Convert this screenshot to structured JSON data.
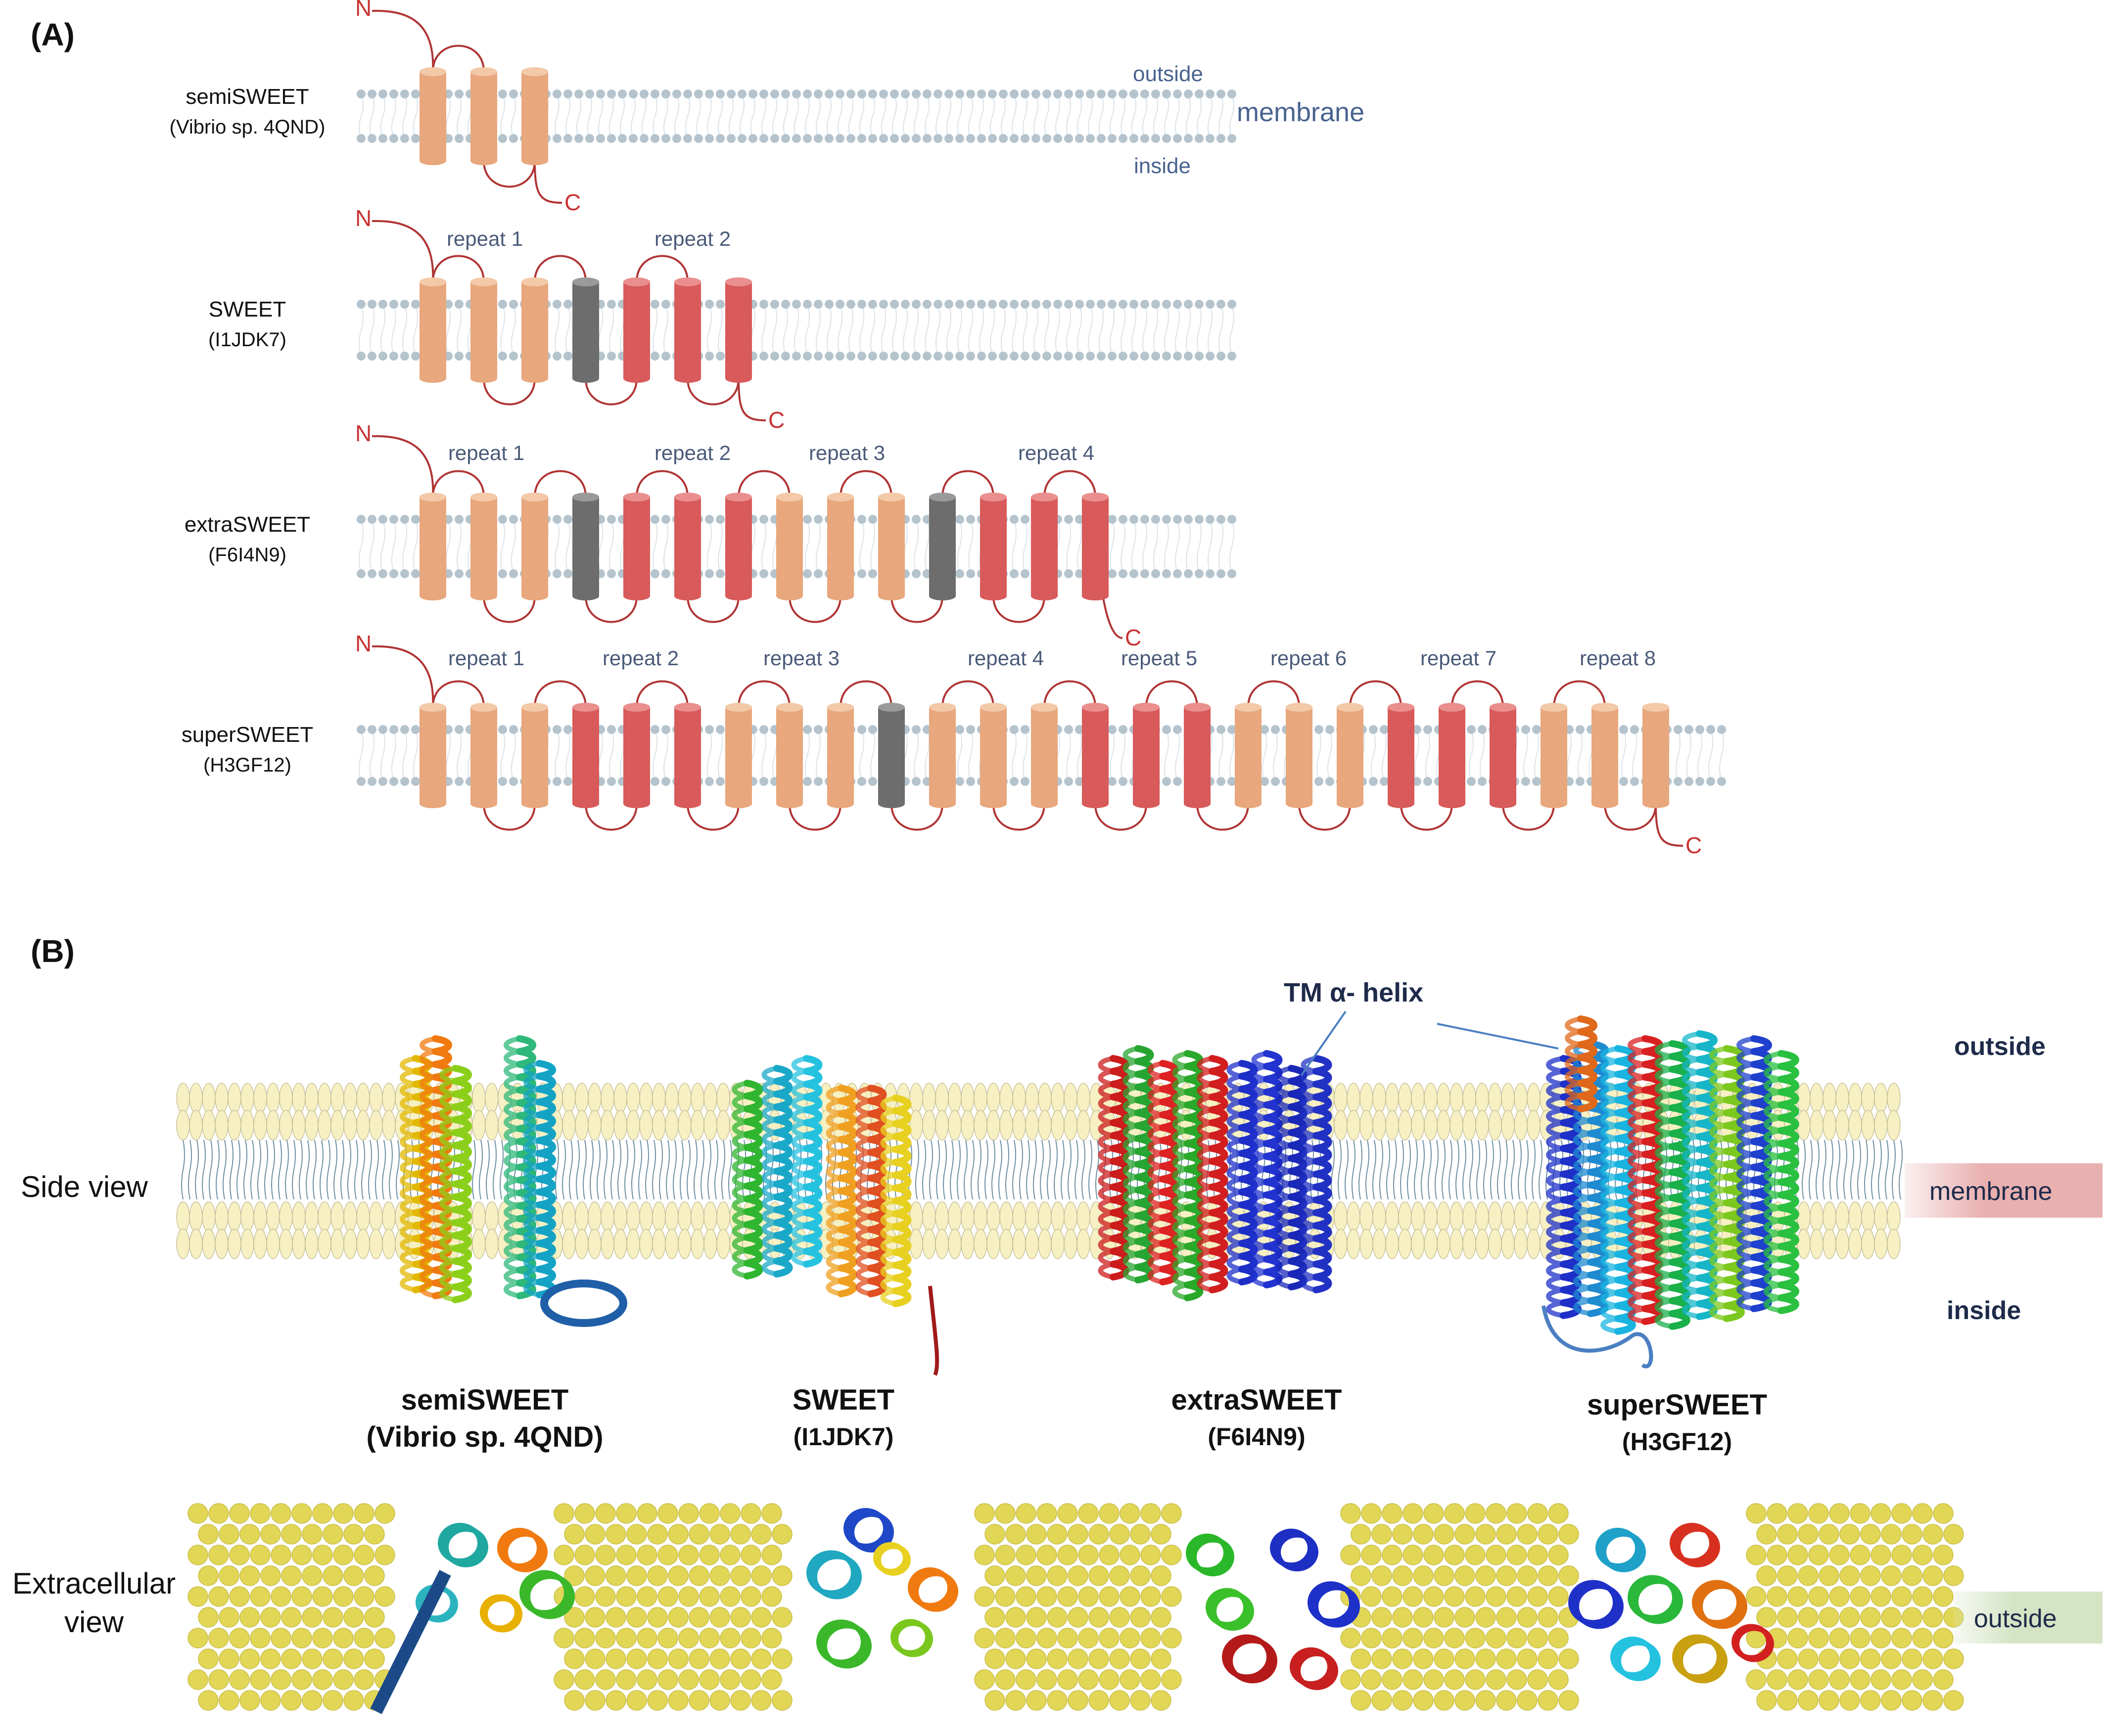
{
  "panelA": {
    "label": "(A)",
    "terminal_n": "N",
    "terminal_c": "C",
    "membrane_labels": {
      "outside": "outside",
      "inside": "inside",
      "membrane": "membrane"
    },
    "rows": [
      {
        "name": "semiSWEET",
        "id": "(Vibrio sp. 4QND)",
        "helices": [
          "peach",
          "peach",
          "peach"
        ],
        "repeats": []
      },
      {
        "name": "SWEET",
        "id": "(I1JDK7)",
        "helices": [
          "peach",
          "peach",
          "peach",
          "gray",
          "red",
          "red",
          "red"
        ],
        "repeats": [
          "repeat 1",
          "repeat 2"
        ]
      },
      {
        "name": "extraSWEET",
        "id": "(F6I4N9)",
        "helices": [
          "peach",
          "peach",
          "peach",
          "gray",
          "red",
          "red",
          "red",
          "peach",
          "peach",
          "peach",
          "gray",
          "red",
          "red",
          "red"
        ],
        "repeats": [
          "repeat 1",
          "repeat 2",
          "repeat 3",
          "repeat 4"
        ]
      },
      {
        "name": "superSWEET",
        "id": "(H3GF12)",
        "helices": [
          "peach",
          "peach",
          "peach",
          "red",
          "red",
          "red",
          "peach",
          "peach",
          "peach",
          "gray",
          "peach",
          "peach",
          "peach",
          "red",
          "red",
          "red",
          "peach",
          "peach",
          "peach",
          "red",
          "red",
          "red",
          "peach",
          "peach",
          "peach"
        ],
        "repeats": [
          "repeat 1",
          "repeat 2",
          "repeat 3",
          "repeat 4",
          "repeat 5",
          "repeat 6",
          "repeat 7",
          "repeat 8"
        ]
      }
    ]
  },
  "panelB": {
    "label": "(B)",
    "side_view_label": "Side view",
    "extracellular_view_label": [
      "Extracellular",
      "view"
    ],
    "outside": "outside",
    "inside": "inside",
    "membrane_tag": "membrane",
    "outside_tag": "outside",
    "tm_label": "TM α- helix",
    "structures": [
      {
        "name": "semiSWEET",
        "id": "(Vibrio sp. 4QND)"
      },
      {
        "name": "SWEET",
        "id": "(I1JDK7)"
      },
      {
        "name": "extraSWEET",
        "id": "(F6I4N9)"
      },
      {
        "name": "superSWEET",
        "id": "(H3GF12)"
      }
    ]
  },
  "colors": {
    "peach": "#e8a77c",
    "peach_top": "#f3c9a8",
    "red": "#d85a5a",
    "red_top": "#ea8e8e",
    "gray": "#6d6d6d",
    "gray_top": "#9a9a9a",
    "loop": "#b03434",
    "bead": "#b4c3cc",
    "lipid_head": "#f6f0c3",
    "lipid_tail": "#6d8fa3",
    "extracell_bead": "#e2d657",
    "membrane_tag": "#e9b0b0",
    "outside_tag": "#d4e4c4"
  }
}
